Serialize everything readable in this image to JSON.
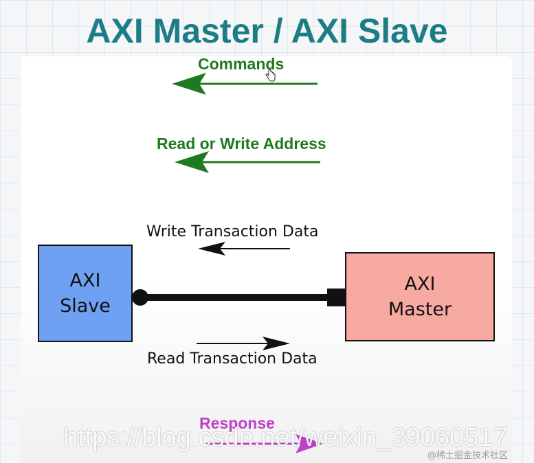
{
  "title": "AXI Master / AXI Slave",
  "labels": {
    "commands": "Commands",
    "read_write_address": "Read or Write Address",
    "write_data": "Write Transaction Data",
    "read_data": "Read Transaction Data",
    "response": "Response"
  },
  "boxes": {
    "slave": {
      "line1": "AXI",
      "line2": "Slave"
    },
    "master": {
      "line1": "AXI",
      "line2": "Master"
    }
  },
  "watermark": {
    "url": "https://blog.csdn.net/weixin_39060517",
    "source": "@稀土掘金技术社区"
  },
  "colors": {
    "title": "#1d7d85",
    "green": "#1f7a1f",
    "purple": "#c23fc9",
    "slave_fill": "#6fa1f2",
    "master_fill": "#f7aaa2"
  },
  "icons": [
    "hand-cursor-icon"
  ]
}
